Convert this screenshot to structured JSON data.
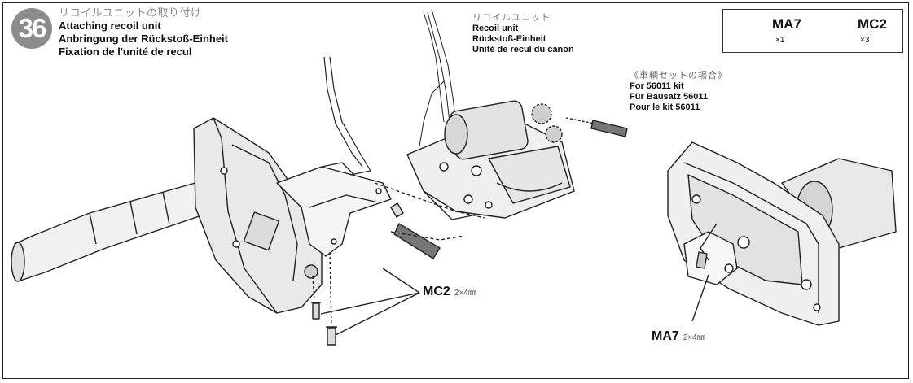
{
  "step": {
    "number": "36"
  },
  "title": {
    "jp": "リコイルユニットの取り付け",
    "en": "Attaching recoil unit",
    "de": "Anbringung der Rückstoß-Einheit",
    "fr": "Fixation de l'unité de recul"
  },
  "recoil_label": {
    "jp": "リコイルユニット",
    "en": "Recoil unit",
    "de": "Rückstoß-Einheit",
    "fr": "Unité de recul du canon"
  },
  "kit_note": {
    "jp": "《車輌セットの場合》",
    "en": "For 56011 kit",
    "de": "Für Bausatz 56011",
    "fr": "Pour le kit 56011"
  },
  "parts": [
    {
      "code": "MA7",
      "qty": "×1",
      "icon": "screw-icon"
    },
    {
      "code": "MC2",
      "qty": "×3",
      "icon": "screw-icon"
    }
  ],
  "callouts": {
    "mc2": {
      "code": "MC2",
      "size": "2×4㎜"
    },
    "ma7": {
      "code": "MA7",
      "size": "2×4㎜"
    }
  }
}
